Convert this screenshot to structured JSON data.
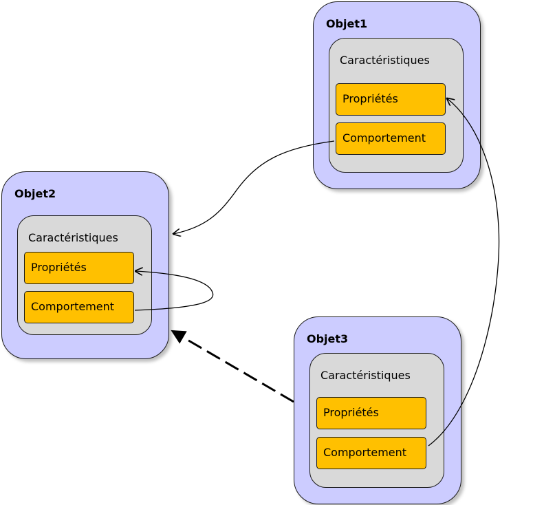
{
  "colors": {
    "object_fill": "#ccccff",
    "characteristics_fill": "#d9d9d9",
    "member_fill": "#ffc000",
    "stroke": "#1a1a1a"
  },
  "objects": [
    {
      "id": "objet1",
      "title": "Objet1",
      "characteristics": "Caractéristiques",
      "properties": "Propriétés",
      "behavior": "Comportement"
    },
    {
      "id": "objet2",
      "title": "Objet2",
      "characteristics": "Caractéristiques",
      "properties": "Propriétés",
      "behavior": "Comportement"
    },
    {
      "id": "objet3",
      "title": "Objet3",
      "characteristics": "Caractéristiques",
      "properties": "Propriétés",
      "behavior": "Comportement"
    }
  ],
  "links": [
    {
      "from": "objet1.behavior",
      "to": "objet2",
      "style": "solid"
    },
    {
      "from": "objet2.behavior",
      "to": "objet2.properties",
      "style": "solid"
    },
    {
      "from": "objet3.behavior",
      "to": "objet1.properties",
      "style": "solid"
    },
    {
      "from": "objet3",
      "to": "objet2",
      "style": "dashed"
    }
  ]
}
